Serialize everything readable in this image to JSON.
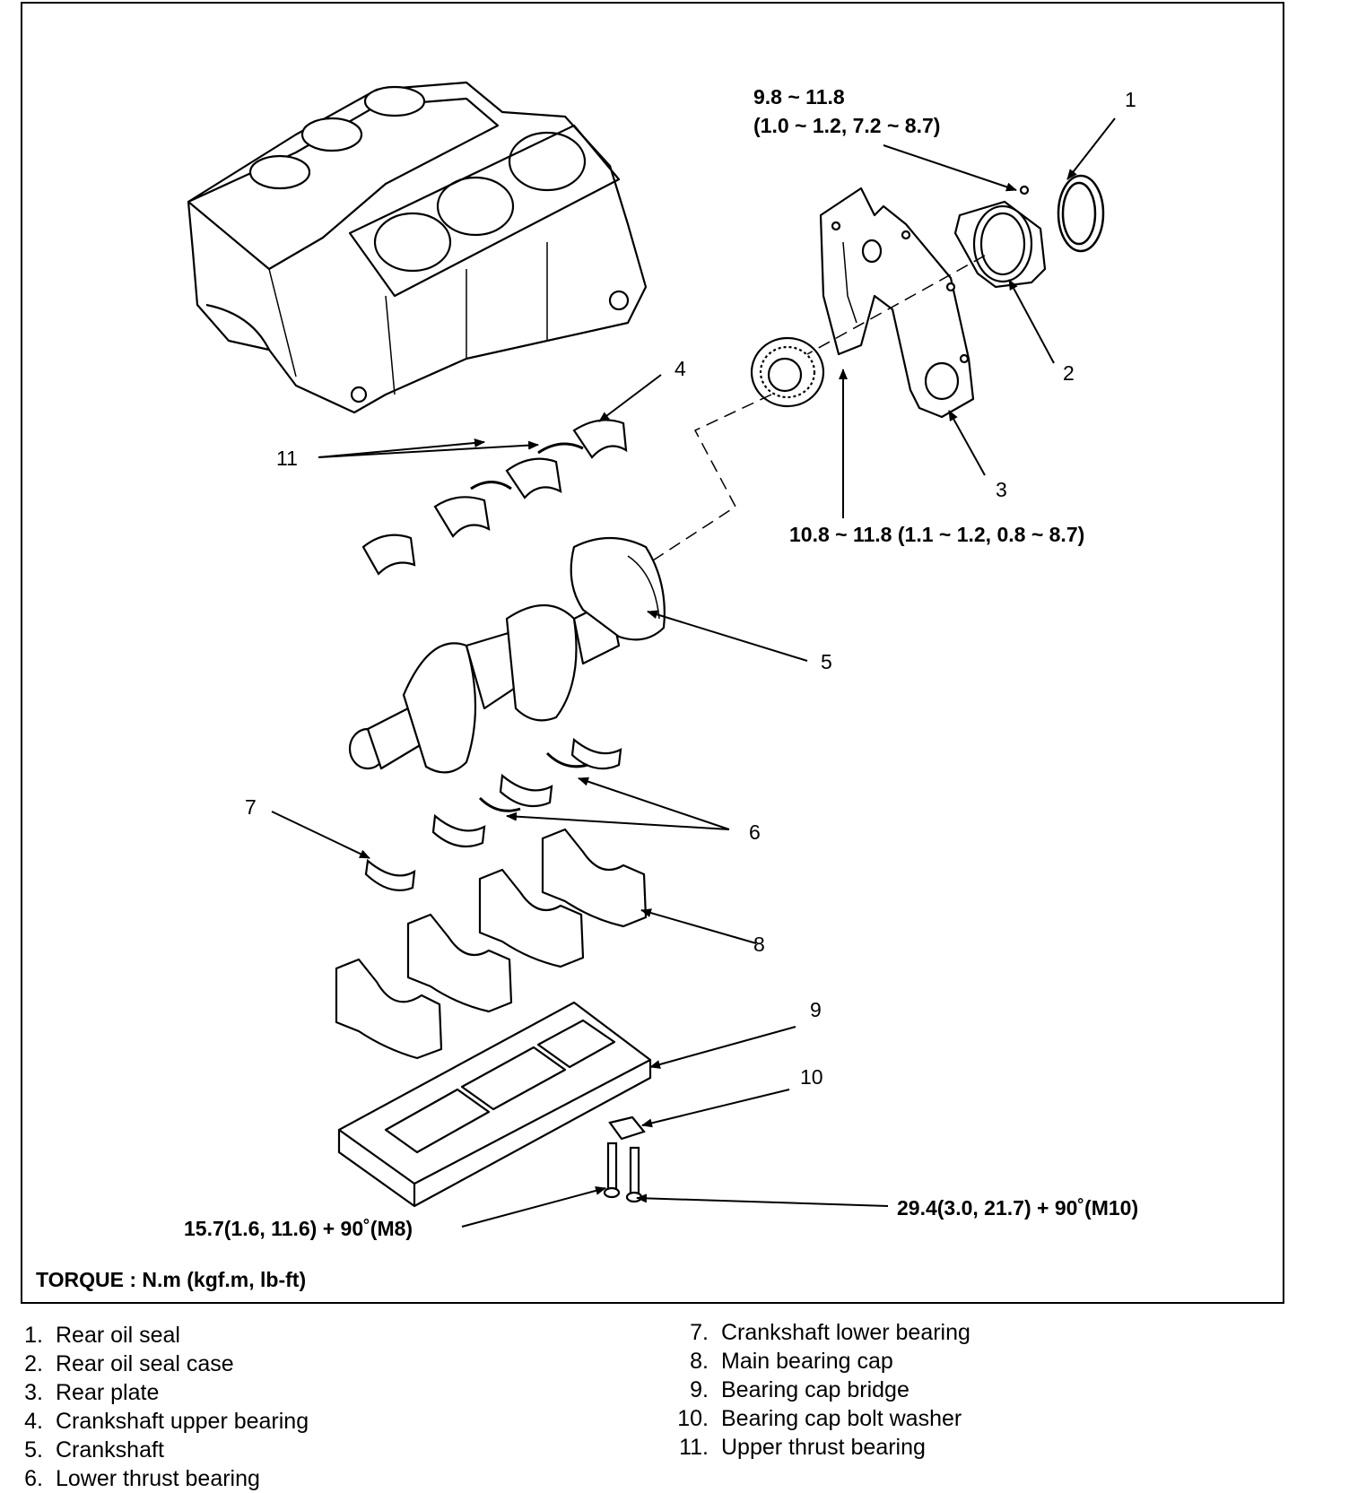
{
  "torque_specs": {
    "rear_oil_seal_case_bolt_line1": "9.8 ~ 11.8",
    "rear_oil_seal_case_bolt_line2": "(1.0 ~ 1.2, 7.2 ~ 8.7)",
    "rear_plate_bolt": "10.8 ~ 11.8 (1.1 ~ 1.2, 0.8 ~ 8.7)",
    "bolt_m8": "15.7(1.6, 11.6) + 90˚(M8)",
    "bolt_m10": "29.4(3.0, 21.7) + 90˚(M10)"
  },
  "torque_unit": "TORQUE : N.m (kgf.m, lb-ft)",
  "callouts": [
    "1",
    "2",
    "3",
    "4",
    "5",
    "6",
    "7",
    "8",
    "9",
    "10",
    "11"
  ],
  "legend": [
    {
      "num": "1.",
      "label": "Rear oil seal"
    },
    {
      "num": "2.",
      "label": "Rear oil seal case"
    },
    {
      "num": "3.",
      "label": "Rear plate"
    },
    {
      "num": "4.",
      "label": "Crankshaft upper bearing"
    },
    {
      "num": "5.",
      "label": "Crankshaft"
    },
    {
      "num": "6.",
      "label": "Lower thrust bearing"
    },
    {
      "num": "7.",
      "label": "Crankshaft lower bearing"
    },
    {
      "num": "8.",
      "label": "Main bearing cap"
    },
    {
      "num": "9.",
      "label": "Bearing cap bridge"
    },
    {
      "num": "10.",
      "label": "Bearing cap bolt washer"
    },
    {
      "num": "11.",
      "label": "Upper thrust bearing"
    }
  ]
}
